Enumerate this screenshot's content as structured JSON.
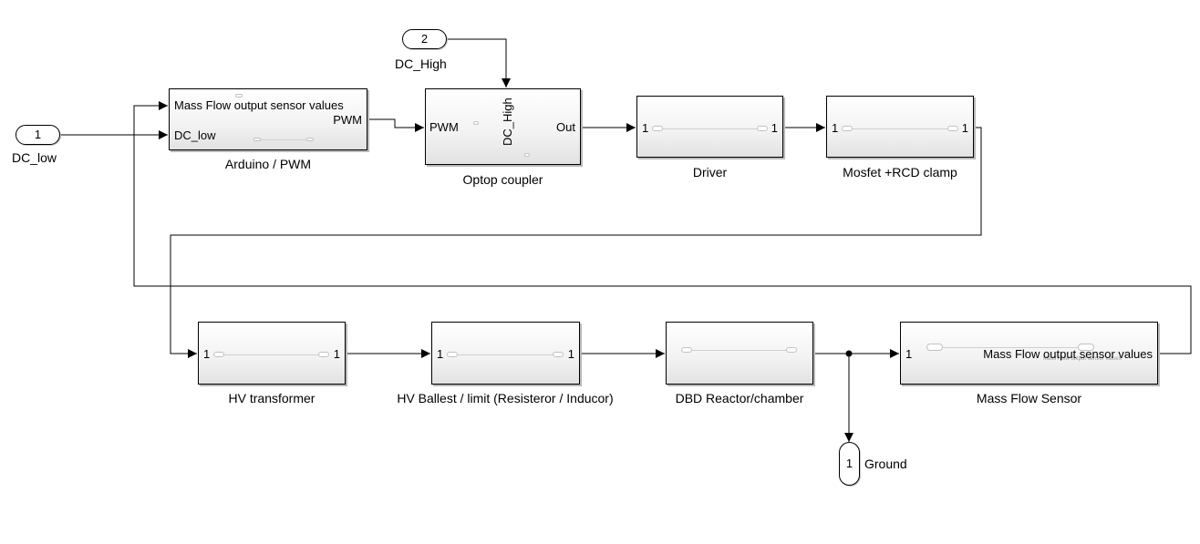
{
  "inports": {
    "dc_low": {
      "number": "1",
      "name": "DC_low"
    },
    "dc_high": {
      "number": "2",
      "name": "DC_High"
    }
  },
  "outport": {
    "number": "1",
    "name": "Ground"
  },
  "blocks": {
    "arduino": {
      "name": "Arduino / PWM",
      "in1": "Mass Flow output sensor values",
      "in2": "DC_low",
      "out1": "PWM"
    },
    "optocoupler": {
      "name": "Optop coupler",
      "in_left": "PWM",
      "in_top": "DC_High",
      "out": "Out"
    },
    "driver": {
      "name": "Driver",
      "in": "1",
      "out": "1"
    },
    "mosfet": {
      "name": "Mosfet +RCD clamp",
      "in": "1",
      "out": "1"
    },
    "hv_transformer": {
      "name": "HV transformer",
      "in": "1",
      "out": "1"
    },
    "hv_ballest": {
      "name": "HV Ballest / limit (Resisteror / Inducor)",
      "in": "1",
      "out": "1"
    },
    "dbd_reactor": {
      "name": "DBD Reactor/chamber"
    },
    "mass_flow_sensor": {
      "name": "Mass Flow Sensor",
      "in": "1",
      "out": "Mass Flow output sensor values",
      "inner_text": "Mass Flow output sensor values"
    }
  },
  "colors": {
    "line": "#000000",
    "block_border": "#000000",
    "block_fill": "#f2f2f2"
  }
}
